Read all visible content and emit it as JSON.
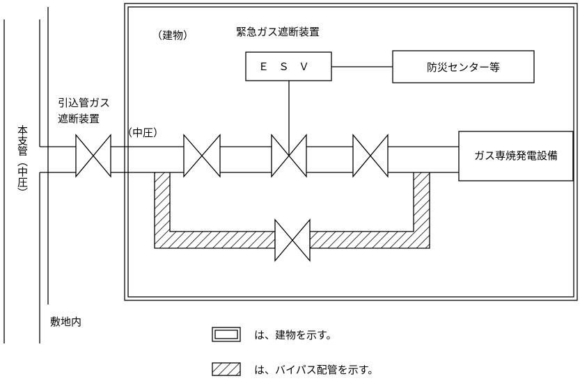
{
  "labels": {
    "main_pipe": "本支管（中圧）",
    "service_valve_line1": "引込管ガス",
    "service_valve_line2": "遮断装置",
    "pressure": "（中圧）",
    "building": "（建物）",
    "emergency_device": "緊急ガス遮断装置",
    "premises": "敷地内"
  },
  "boxes": {
    "esv": "ＥＳＶ",
    "disaster_center": "防災センター等",
    "equipment": "ガス専焼発電設備"
  },
  "legend": {
    "building": "は、建物を示す。",
    "bypass": "は、バイパス配管を示す。"
  }
}
